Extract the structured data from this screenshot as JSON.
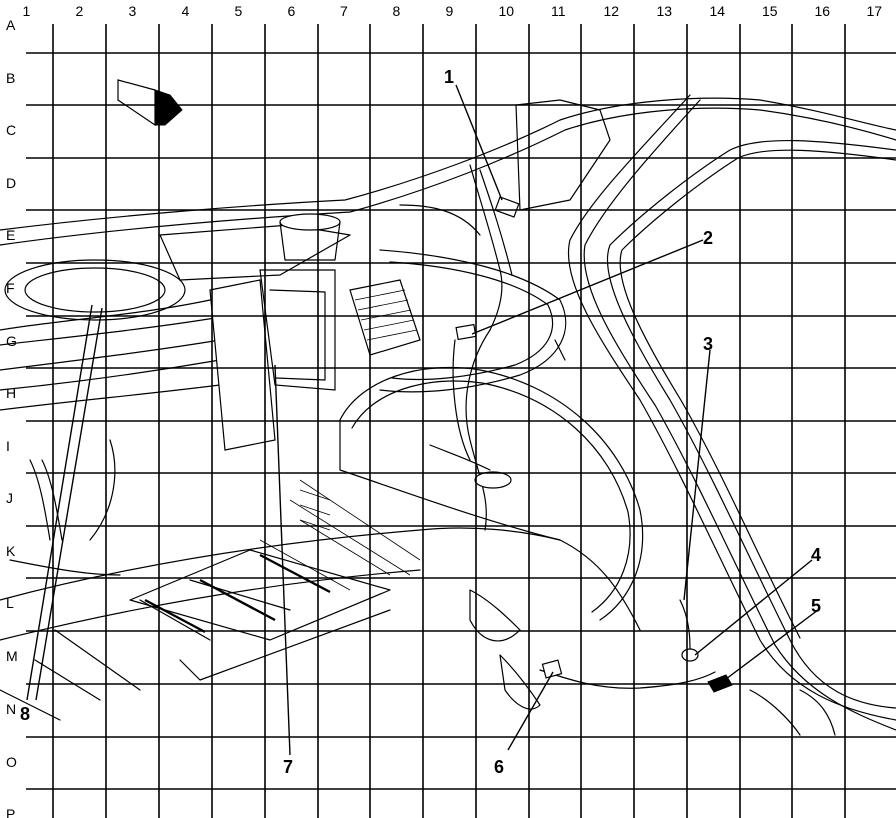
{
  "grid": {
    "columns": [
      "1",
      "2",
      "3",
      "4",
      "5",
      "6",
      "7",
      "8",
      "9",
      "10",
      "11",
      "12",
      "13",
      "14",
      "15",
      "16",
      "17"
    ],
    "rows": [
      "A",
      "B",
      "C",
      "D",
      "E",
      "F",
      "G",
      "H",
      "I",
      "J",
      "K",
      "L",
      "M",
      "N",
      "O",
      "P"
    ]
  },
  "callouts": [
    "1",
    "2",
    "3",
    "4",
    "5",
    "6",
    "7",
    "8"
  ]
}
